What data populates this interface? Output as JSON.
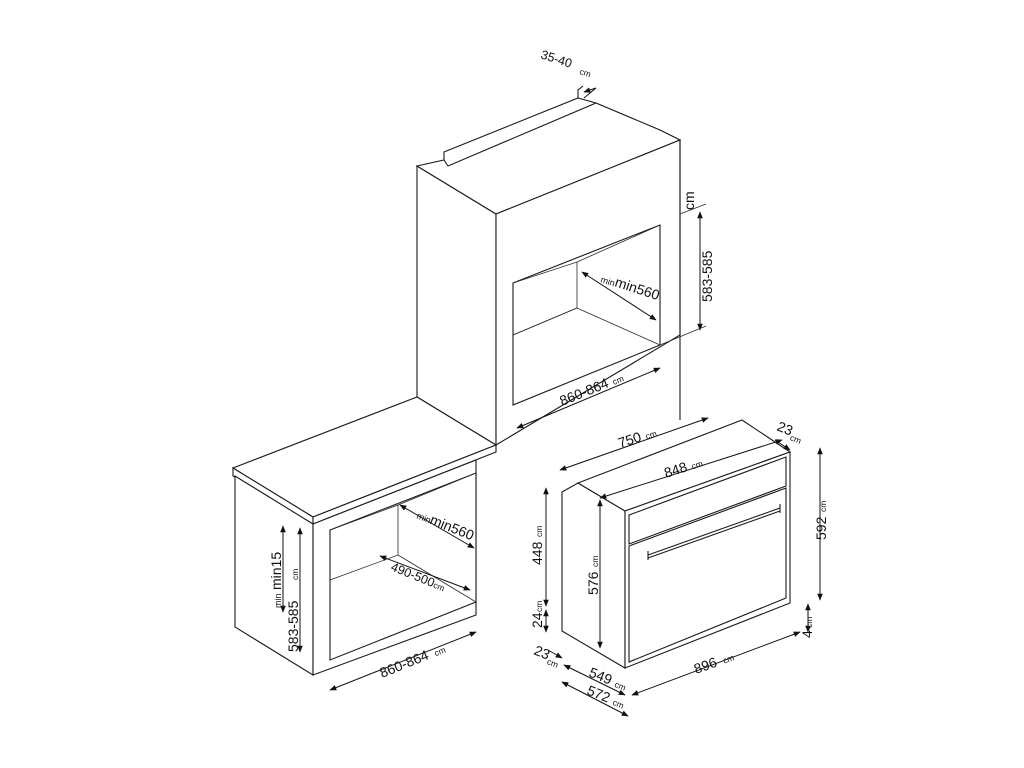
{
  "colors": {
    "line": "#1a1a1a",
    "background": "#ffffff"
  },
  "tall_cabinet": {
    "top_gap": "35-40",
    "top_gap_unit": "cm",
    "height": "583-585",
    "height_unit": "cm",
    "depth": "min560",
    "depth_unit": "cm",
    "width": "860-864",
    "width_unit": "cm"
  },
  "base_cabinet": {
    "top_clearance": "min15",
    "top_clearance_unit": "cm",
    "height": "583-585",
    "height_unit": "cm",
    "depth": "min560",
    "depth_unit": "cm",
    "rear_gap": "490-500",
    "rear_gap_unit": "cm",
    "width": "860-864",
    "width_unit": "cm"
  },
  "oven": {
    "top_depth": "750",
    "top_depth_unit": "cm",
    "top_width": "848",
    "top_width_unit": "cm",
    "panel_offset": "23",
    "panel_offset_unit": "cm",
    "body_height": "448",
    "body_height_unit": "cm",
    "front_height": "576",
    "front_height_unit": "cm",
    "total_height": "592",
    "total_height_unit": "cm",
    "foot_height": "24",
    "foot_height_unit": "cm",
    "bottom_offset": "4",
    "bottom_offset_unit": "cm",
    "side_offset": "23",
    "side_offset_unit": "cm",
    "body_depth": "549",
    "body_depth_unit": "cm",
    "total_depth": "572",
    "total_depth_unit": "cm",
    "front_width": "896",
    "front_width_unit": "cm"
  }
}
